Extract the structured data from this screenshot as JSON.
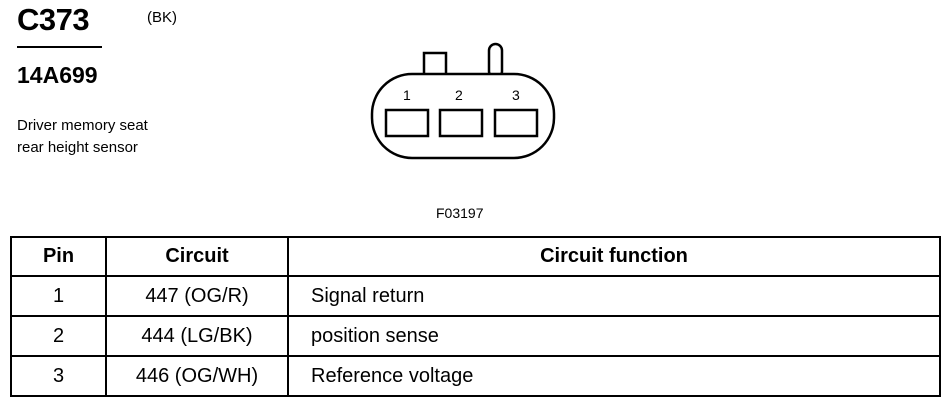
{
  "header": {
    "connector_id": "C373",
    "color_code": "(BK)",
    "part_number": "14A699",
    "description_lines": [
      "Driver memory seat",
      "rear height sensor"
    ]
  },
  "diagram": {
    "pin_labels": [
      "1",
      "2",
      "3"
    ],
    "figure_code": "F03197"
  },
  "table": {
    "headers": [
      "Pin",
      "Circuit",
      "Circuit function"
    ],
    "rows": [
      {
        "pin": "1",
        "circuit": "447 (OG/R)",
        "function": "Signal return"
      },
      {
        "pin": "2",
        "circuit": "444 (LG/BK)",
        "function": "position sense"
      },
      {
        "pin": "3",
        "circuit": "446 (OG/WH)",
        "function": "Reference voltage"
      }
    ]
  }
}
